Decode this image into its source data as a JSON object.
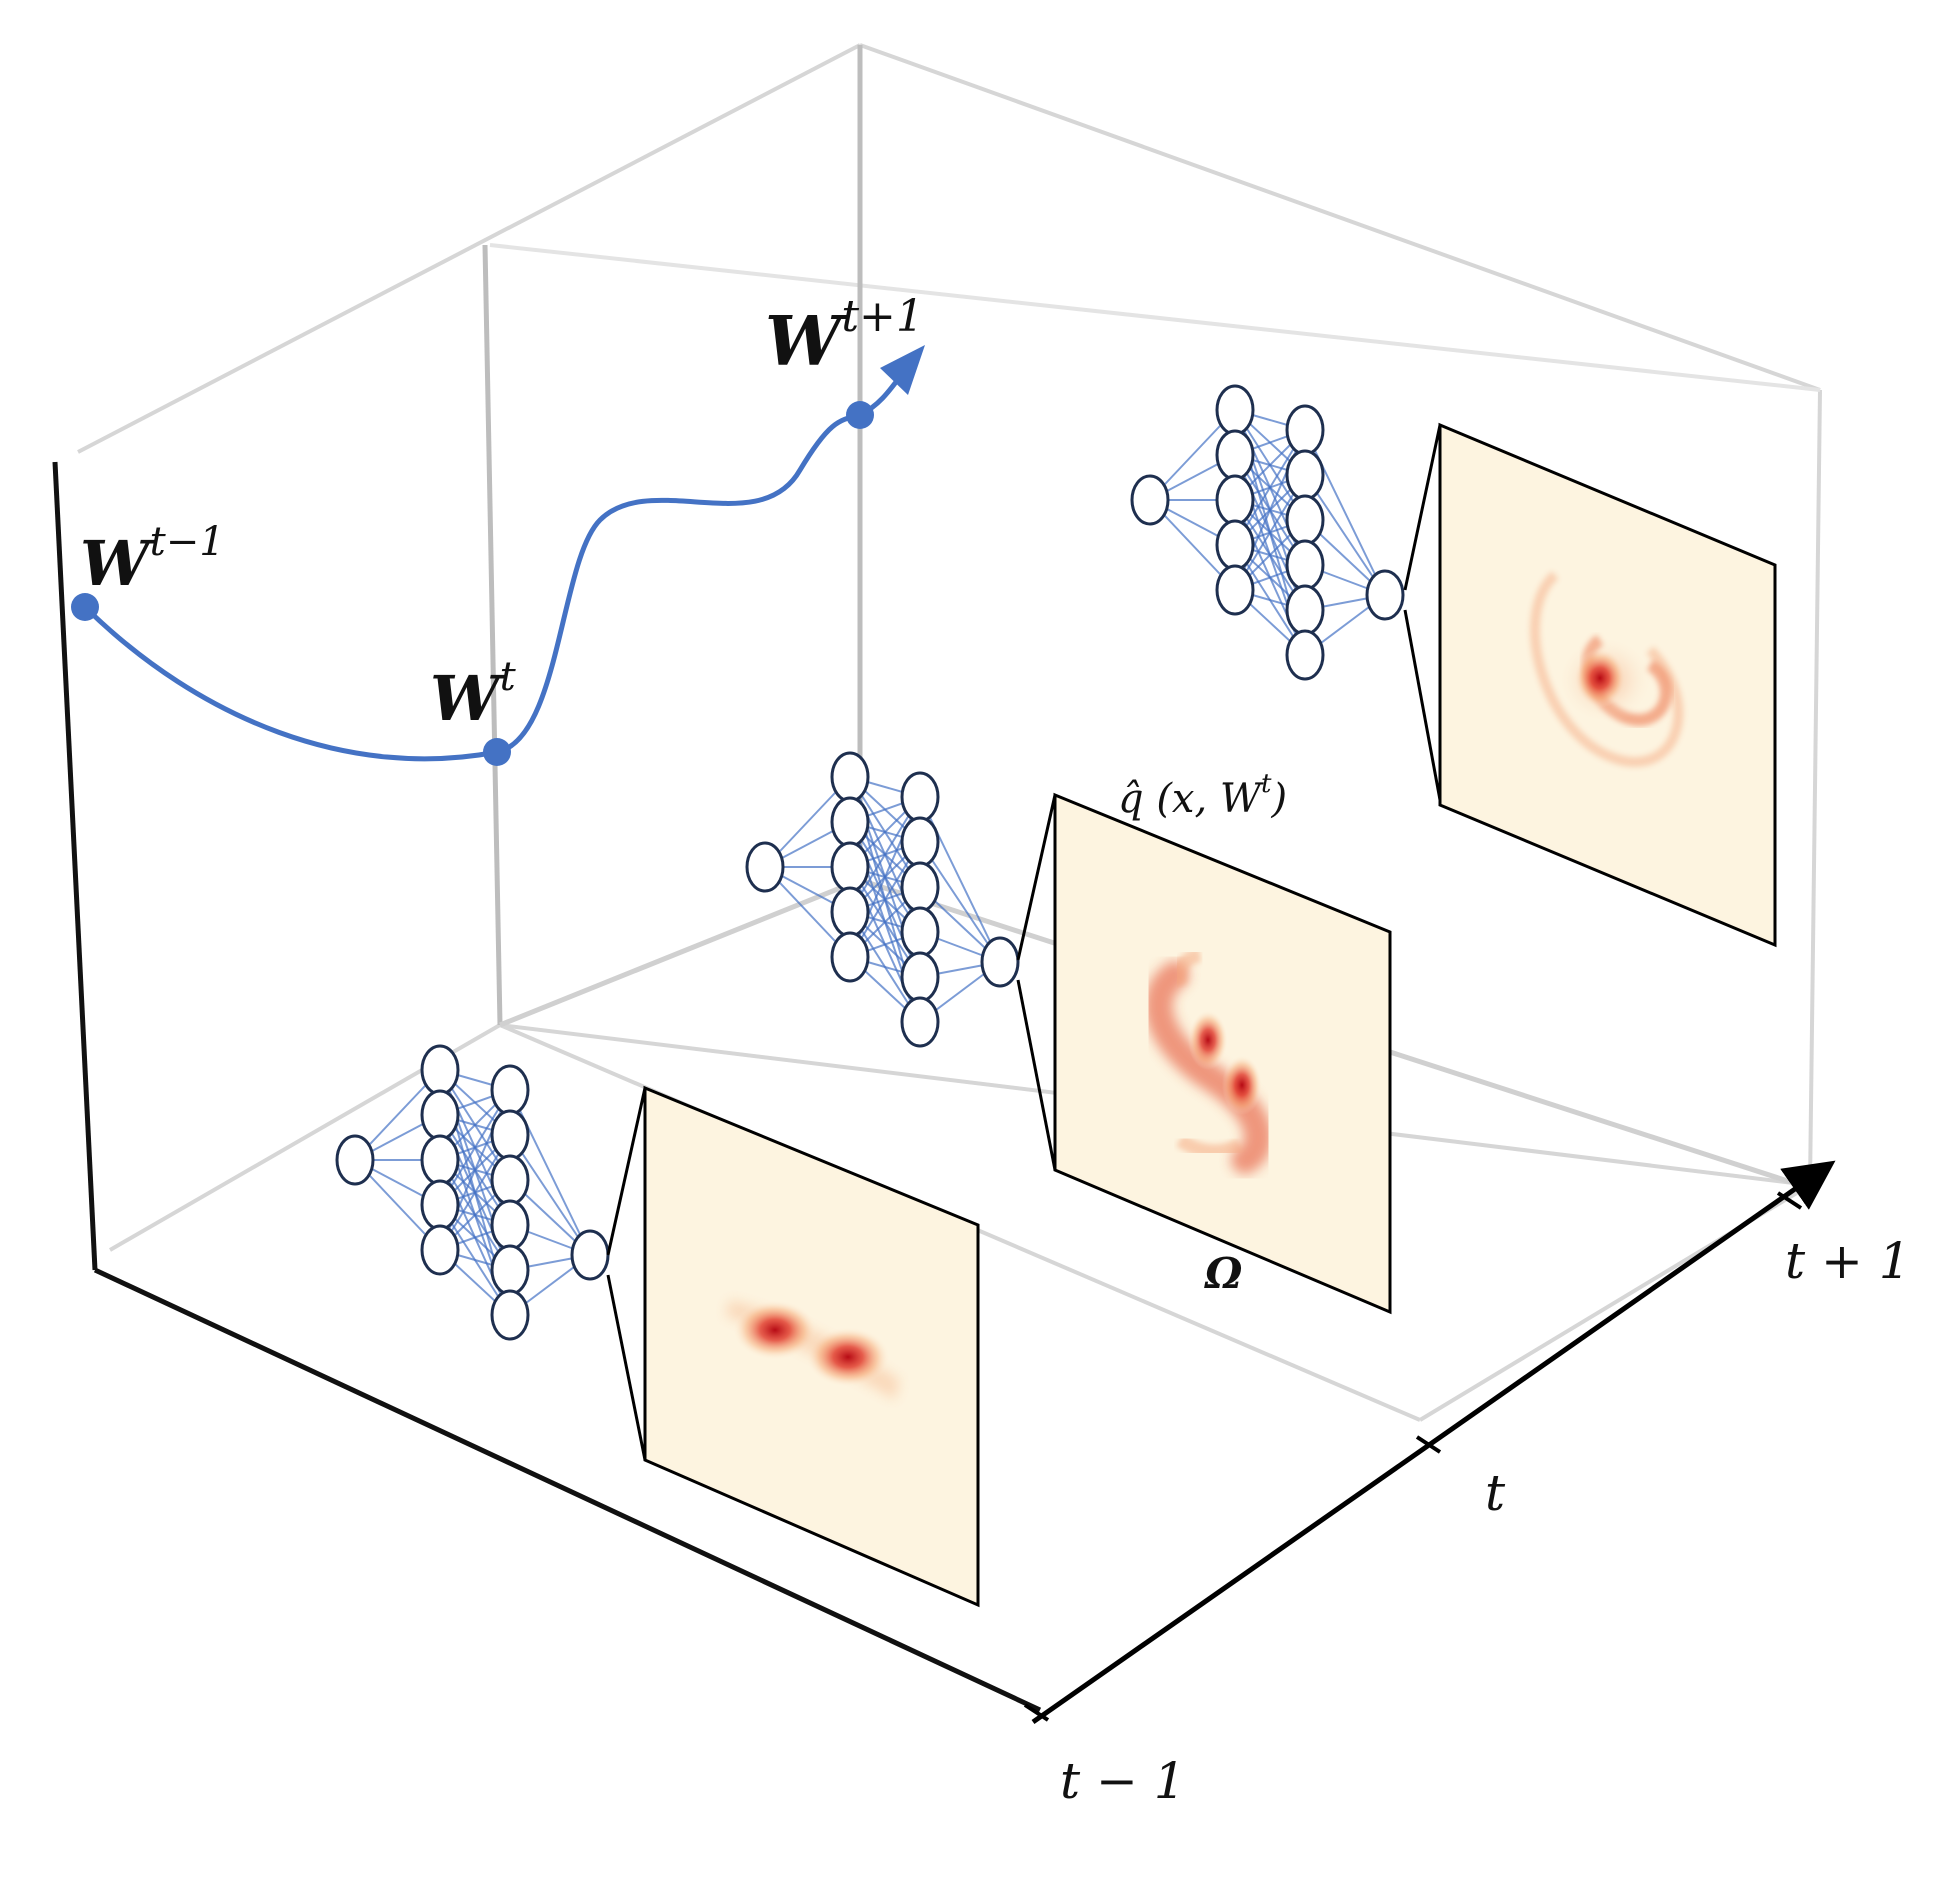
{
  "weights": {
    "prev": {
      "base": "W",
      "sup": "t−1"
    },
    "curr": {
      "base": "W",
      "sup": "t"
    },
    "next": {
      "base": "W",
      "sup": "t+1"
    }
  },
  "time_axis": {
    "ticks": [
      "t − 1",
      "t",
      "t + 1"
    ]
  },
  "annotations": {
    "density_label": "q̂ (x, W",
    "density_label_sup": "t",
    "density_label_close": ")",
    "domain_label": "Ω"
  },
  "colors": {
    "trajectory": "#4472c4",
    "node_stroke": "#1e2f4f",
    "panel_fill": "#fdf4e0",
    "density_peak": "#c0141a",
    "axis": "#000000",
    "box_grid": "#d4d4d4"
  }
}
